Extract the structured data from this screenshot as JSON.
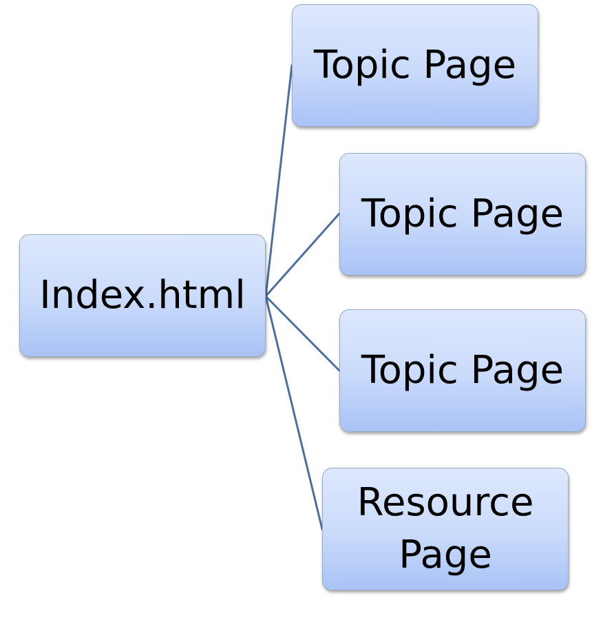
{
  "diagram": {
    "root": {
      "label": "Index.html"
    },
    "children": [
      {
        "label": "Topic Page"
      },
      {
        "label": "Topic Page"
      },
      {
        "label": "Topic Page"
      },
      {
        "label": "Resource\nPage"
      }
    ]
  },
  "colors": {
    "connector": "#4a6fa0",
    "node_fill_top": "#dde8fd",
    "node_fill_bottom": "#a9c3f6",
    "node_border": "#9aa9c2",
    "text": "#000000"
  }
}
